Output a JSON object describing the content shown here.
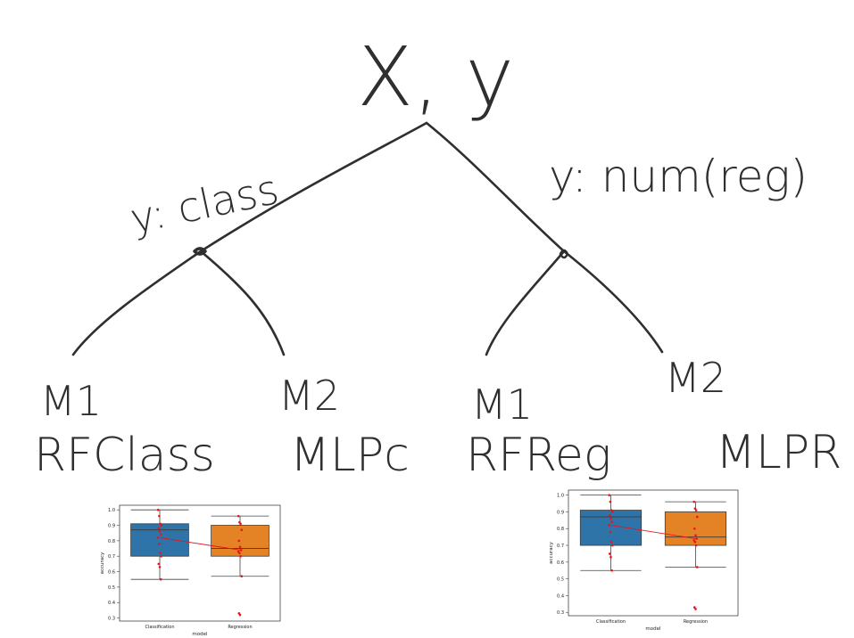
{
  "diagram": {
    "root": "X, y",
    "left_branch": "y: class",
    "right_branch": "y: num(reg)",
    "leaves": [
      {
        "model": "M1",
        "name": "RFClass"
      },
      {
        "model": "M2",
        "name": "MLPc"
      },
      {
        "model": "M1",
        "name": "RFReg"
      },
      {
        "model": "M2",
        "name": "MLPR"
      }
    ]
  },
  "colors": {
    "ink": "#2f2f2f",
    "box_classification": "#2f74a8",
    "box_regression": "#e48226",
    "points": "#e8141c"
  },
  "chart_data": [
    {
      "type": "box",
      "xlabel": "model",
      "ylabel": "accuracy",
      "categories": [
        "Classification",
        "Regression"
      ],
      "ylim": [
        0.28,
        1.03
      ],
      "yticks": [
        "0.3",
        "0.4",
        "0.5",
        "0.6",
        "0.7",
        "0.8",
        "0.9",
        "1.0"
      ],
      "boxes": [
        {
          "name": "Classification",
          "whisker_low": 0.55,
          "q1": 0.7,
          "median": 0.87,
          "q3": 0.91,
          "whisker_high": 1.0,
          "mean": 0.82,
          "points": [
            1.0,
            0.96,
            0.91,
            0.9,
            0.88,
            0.86,
            0.84,
            0.82,
            0.78,
            0.72,
            0.7,
            0.65,
            0.63,
            0.55
          ]
        },
        {
          "name": "Regression",
          "whisker_low": 0.57,
          "q1": 0.7,
          "median": 0.75,
          "q3": 0.9,
          "whisker_high": 0.96,
          "mean": 0.74,
          "points": [
            0.96,
            0.92,
            0.91,
            0.87,
            0.8,
            0.76,
            0.74,
            0.73,
            0.72,
            0.7,
            0.57,
            0.33,
            0.32
          ]
        }
      ]
    },
    {
      "type": "box",
      "xlabel": "model",
      "ylabel": "accuracy",
      "categories": [
        "Classification",
        "Regression"
      ],
      "ylim": [
        0.28,
        1.03
      ],
      "yticks": [
        "0.3",
        "0.4",
        "0.5",
        "0.6",
        "0.7",
        "0.8",
        "0.9",
        "1.0"
      ],
      "boxes": [
        {
          "name": "Classification",
          "whisker_low": 0.55,
          "q1": 0.7,
          "median": 0.87,
          "q3": 0.91,
          "whisker_high": 1.0,
          "mean": 0.82,
          "points": [
            1.0,
            0.96,
            0.91,
            0.9,
            0.88,
            0.86,
            0.84,
            0.82,
            0.78,
            0.72,
            0.7,
            0.65,
            0.63,
            0.55
          ]
        },
        {
          "name": "Regression",
          "whisker_low": 0.57,
          "q1": 0.7,
          "median": 0.75,
          "q3": 0.9,
          "whisker_high": 0.96,
          "mean": 0.74,
          "points": [
            0.96,
            0.92,
            0.91,
            0.87,
            0.8,
            0.76,
            0.74,
            0.73,
            0.72,
            0.7,
            0.57,
            0.33,
            0.32
          ]
        }
      ]
    }
  ]
}
